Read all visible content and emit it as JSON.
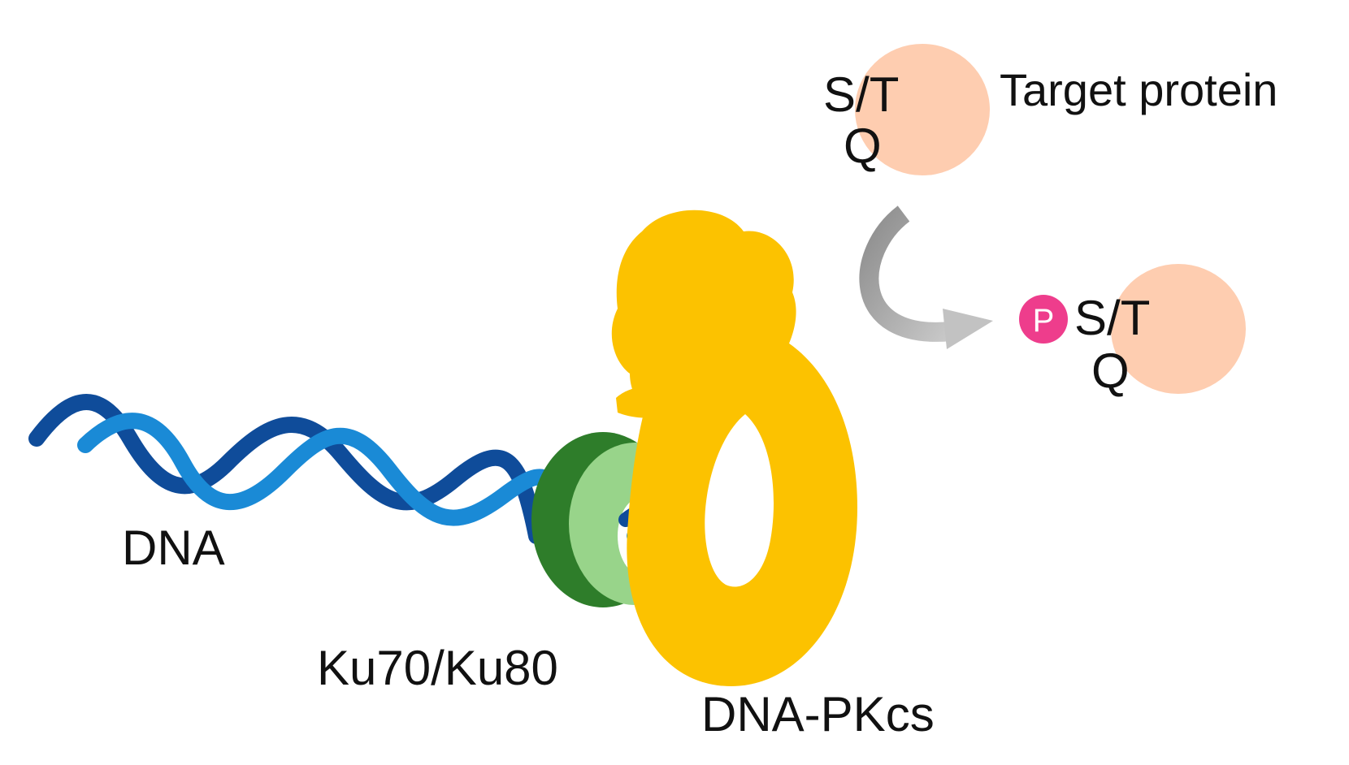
{
  "labels": {
    "dna": "DNA",
    "ku": "Ku70/Ku80",
    "dnapkcs": "DNA-PKcs",
    "target_protein": "Target protein",
    "site_st": "S/T",
    "site_q": "Q",
    "phospho": "P"
  },
  "colors": {
    "dna_dark": "#0f4c9a",
    "dna_light": "#1a8ad6",
    "ku70": "#2e7d2a",
    "ku80": "#98d48a",
    "dnapkcs": "#fcc200",
    "target_protein": "#fecdb0",
    "phospho": "#ee3d8c",
    "arrow": "#9e9e9e"
  }
}
